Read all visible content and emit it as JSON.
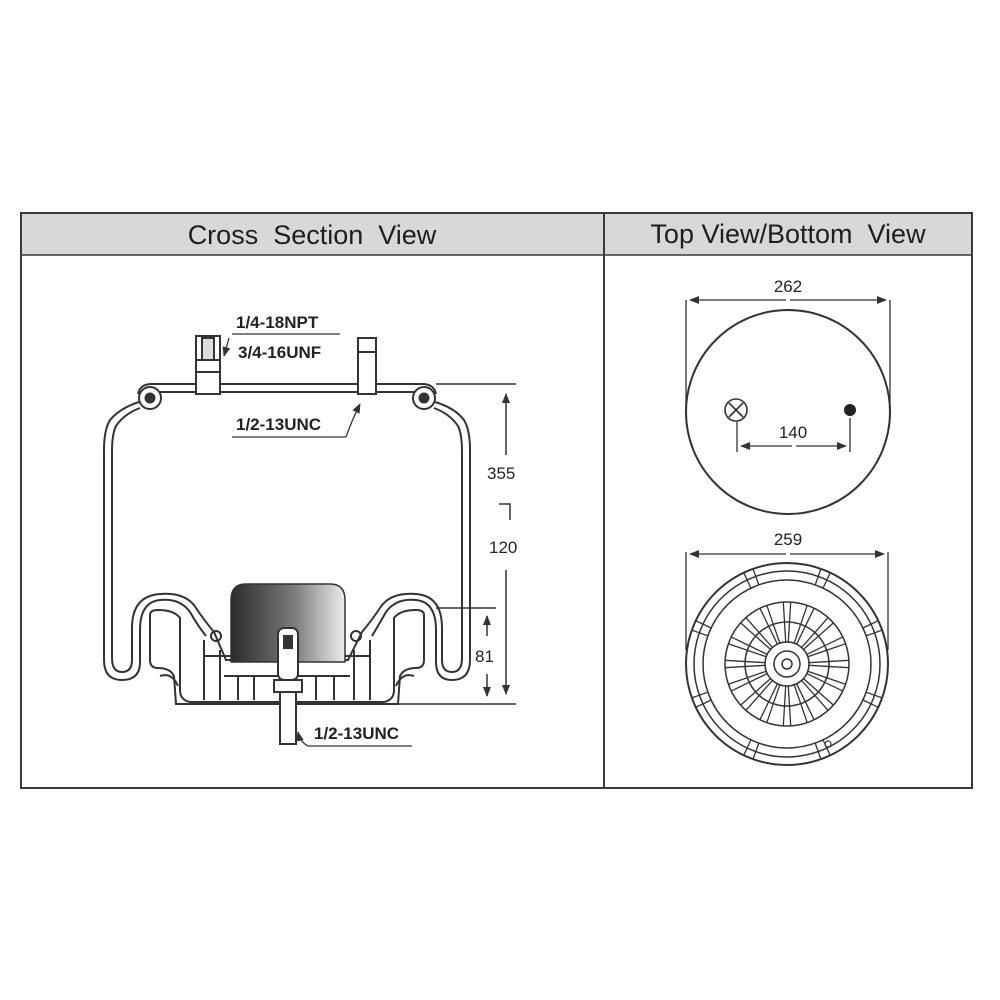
{
  "panels": {
    "left_title": "Cross  Section  View",
    "right_title": "Top View/Bottom  View"
  },
  "cross_section": {
    "top_thread_1": "1/4-18NPT",
    "top_thread_2": "3/4-16UNF",
    "stud_thread": "1/2-13UNC",
    "bottom_thread": "1/2-13UNC",
    "dim_height_max": "355",
    "dim_height_min": "120",
    "dim_piston": "81"
  },
  "top_view": {
    "dim_diameter": "262",
    "dim_hole_spacing": "140"
  },
  "bottom_view": {
    "dim_diameter": "259"
  },
  "colors": {
    "header_bg": "#d8d8d8",
    "frame": "#3a3a3a",
    "line": "#333333"
  }
}
